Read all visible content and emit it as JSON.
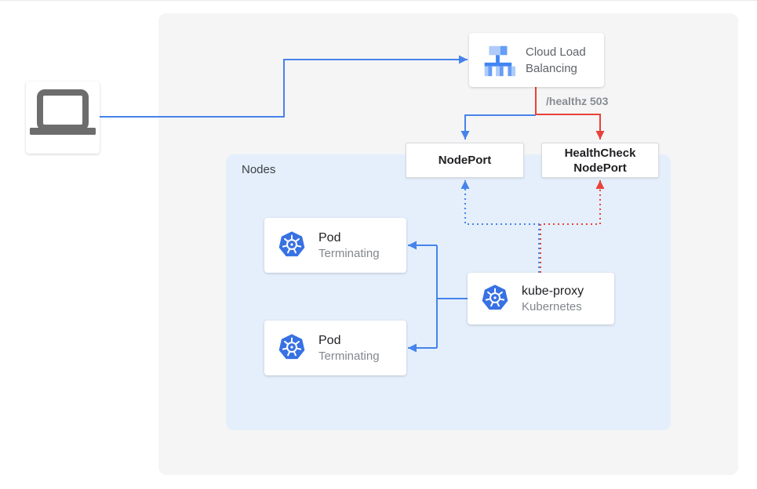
{
  "colors": {
    "blue_line": "#4683ea",
    "red_line": "#e9423a",
    "panel_bg": "#f5f5f6",
    "nodes_bg": "#e4effb",
    "k8s_blue": "#3871e3",
    "lb_icon_light": "#aecbfa",
    "lb_icon_mid": "#669df6",
    "lb_icon_dark": "#4285f4",
    "laptop_gray": "#6d6d6d",
    "text_dark": "#202124",
    "text_gray": "#82878c"
  },
  "client": {
    "icon": "laptop"
  },
  "cloud_lb": {
    "line1": "Cloud Load",
    "line2": "Balancing"
  },
  "healthz": {
    "label": "/healthz 503"
  },
  "nodeport": {
    "label": "NodePort"
  },
  "healthcheck": {
    "line1": "HealthCheck",
    "line2": "NodePort"
  },
  "nodes": {
    "label": "Nodes"
  },
  "pods": [
    {
      "title": "Pod",
      "status": "Terminating"
    },
    {
      "title": "Pod",
      "status": "Terminating"
    }
  ],
  "kube_proxy": {
    "title": "kube-proxy",
    "subtitle": "Kubernetes"
  }
}
